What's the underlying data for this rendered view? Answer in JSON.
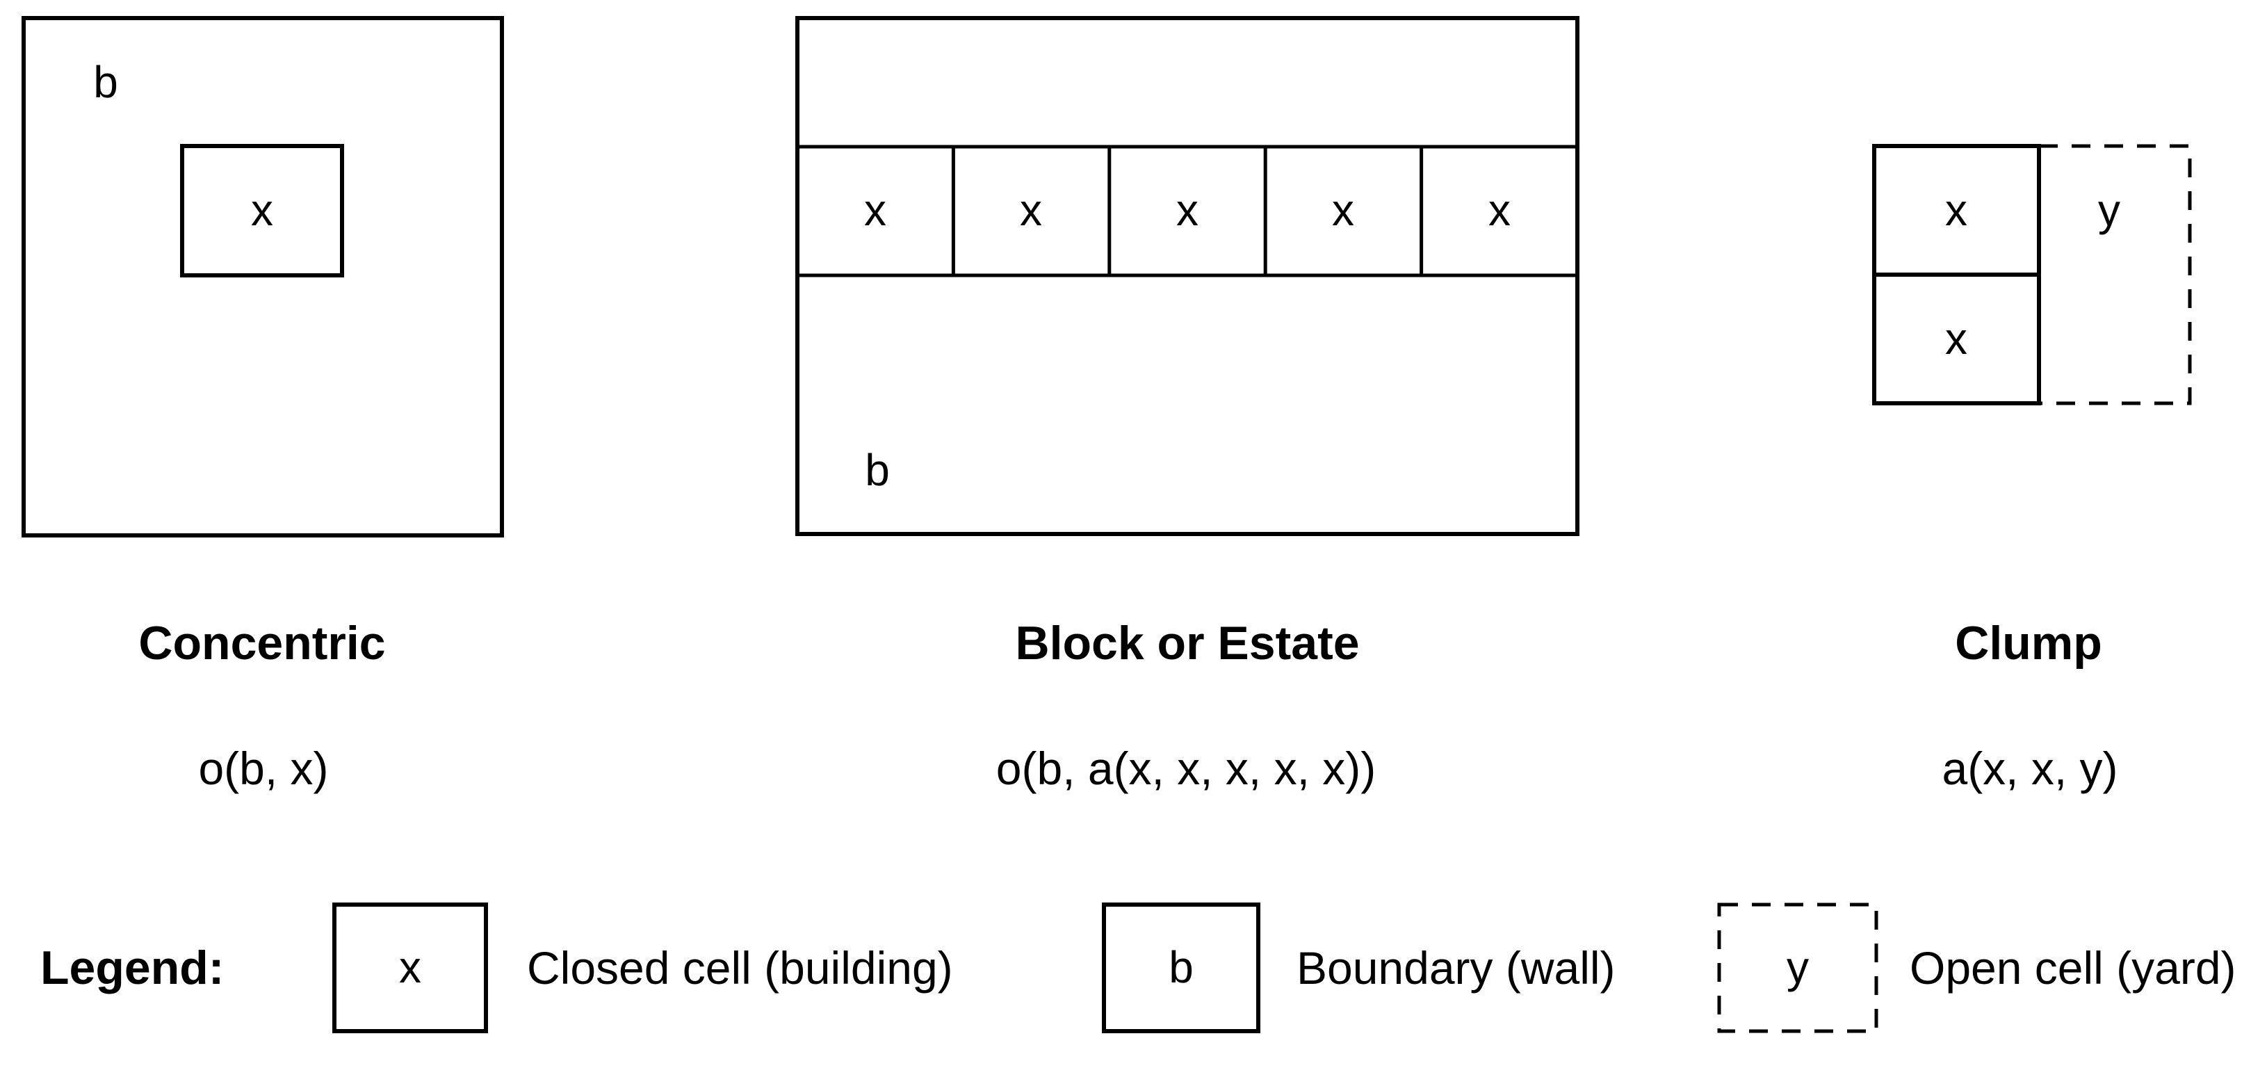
{
  "figures": {
    "concentric": {
      "title": "Concentric",
      "formula": "o(b, x)",
      "boundary_label": "b",
      "cell_label": "x"
    },
    "block": {
      "title": "Block or Estate",
      "formula": "o(b, a(x, x, x, x, x))",
      "boundary_label": "b",
      "cells": [
        "x",
        "x",
        "x",
        "x",
        "x"
      ]
    },
    "clump": {
      "title": "Clump",
      "formula": "a(x, x, y)",
      "cells": [
        "x",
        "x"
      ],
      "open_cell_label": "y"
    }
  },
  "legend": {
    "heading": "Legend:",
    "items": [
      {
        "symbol": "x",
        "box_style": "solid",
        "label": "Closed cell (building)"
      },
      {
        "symbol": "b",
        "box_style": "solid",
        "label": "Boundary (wall)"
      },
      {
        "symbol": "y",
        "box_style": "dashed",
        "label": "Open cell (yard)"
      }
    ]
  },
  "colors": {
    "ink": "#000000",
    "background": "#ffffff"
  }
}
